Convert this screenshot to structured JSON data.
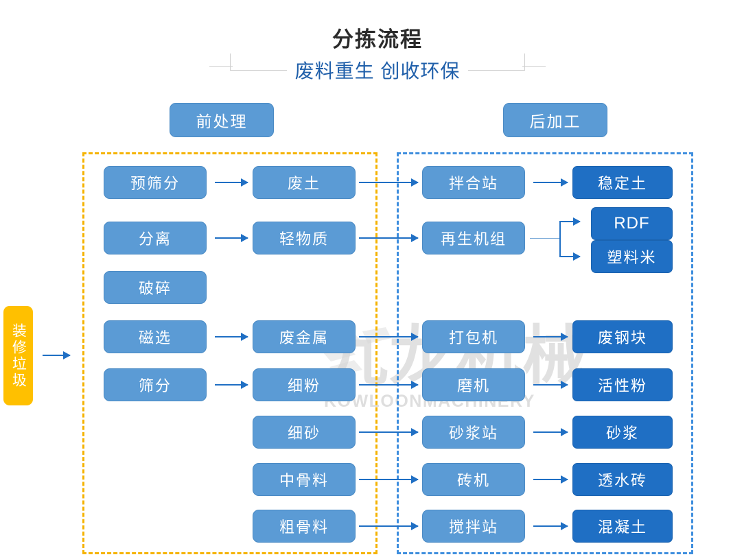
{
  "header": {
    "title": "分拣流程",
    "subtitle": "废料重生 创收环保"
  },
  "sections": {
    "pre_label": "前处理",
    "post_label": "后加工"
  },
  "source": {
    "label": "装修垃圾"
  },
  "watermark": {
    "cn": "九龙机械",
    "en": "KOWLOONMACHINERY"
  },
  "colors": {
    "node_light": "#5B9BD5",
    "node_dark": "#1F6FC4",
    "source": "#FFC000",
    "zone_pre": "#F5B301",
    "zone_post": "#3E8EDE",
    "arrow": "#1F6FC4",
    "subtitle": "#1F5FAA",
    "title": "#2B2B2B"
  },
  "flow": {
    "processes": [
      {
        "id": "pre-screen",
        "label": "预筛分"
      },
      {
        "id": "separate",
        "label": "分离"
      },
      {
        "id": "crush",
        "label": "破碎"
      },
      {
        "id": "magnetic",
        "label": "磁选"
      },
      {
        "id": "sieve",
        "label": "筛分"
      }
    ],
    "materials": [
      {
        "id": "waste-soil",
        "label": "废土"
      },
      {
        "id": "light-material",
        "label": "轻物质"
      },
      {
        "id": "scrap-metal",
        "label": "废金属"
      },
      {
        "id": "fine-powder",
        "label": "细粉"
      },
      {
        "id": "fine-sand",
        "label": "细砂"
      },
      {
        "id": "medium-aggregate",
        "label": "中骨料"
      },
      {
        "id": "coarse-aggregate",
        "label": "粗骨料"
      }
    ],
    "equipment": [
      {
        "id": "mixing-station",
        "label": "拌合站"
      },
      {
        "id": "recycling-unit",
        "label": "再生机组"
      },
      {
        "id": "baler",
        "label": "打包机"
      },
      {
        "id": "grinder",
        "label": "磨机"
      },
      {
        "id": "mortar-station",
        "label": "砂浆站"
      },
      {
        "id": "brick-machine",
        "label": "砖机"
      },
      {
        "id": "agitation-station",
        "label": "搅拌站"
      }
    ],
    "products": [
      {
        "id": "stabilized-soil",
        "label": "稳定土"
      },
      {
        "id": "rdf",
        "label": "RDF"
      },
      {
        "id": "plastic-pellet",
        "label": "塑料米"
      },
      {
        "id": "scrap-steel-block",
        "label": "废钢块"
      },
      {
        "id": "active-powder",
        "label": "活性粉"
      },
      {
        "id": "mortar",
        "label": "砂浆"
      },
      {
        "id": "permeable-brick",
        "label": "透水砖"
      },
      {
        "id": "concrete",
        "label": "混凝土"
      }
    ]
  }
}
